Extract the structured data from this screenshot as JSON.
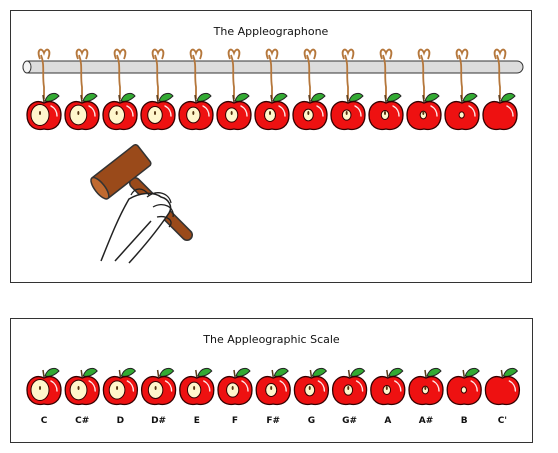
{
  "instrument": {
    "title": "The Appleographone",
    "apple_count": 13
  },
  "scale": {
    "title": "The Appleographic Scale",
    "notes": [
      "C",
      "C#",
      "D",
      "D#",
      "E",
      "F",
      "F#",
      "G",
      "G#",
      "A",
      "A#",
      "B",
      "C'"
    ]
  },
  "colors": {
    "apple": "#ee1111",
    "apple_outline": "#330000",
    "bite": "#fff6cc",
    "leaf": "#33aa33",
    "string": "#b5773b",
    "rod": "#dcdcdc",
    "mallet": "#9a4a1a"
  },
  "icons": [
    "apple-icon",
    "mallet-icon",
    "hand-icon",
    "rod-icon"
  ]
}
